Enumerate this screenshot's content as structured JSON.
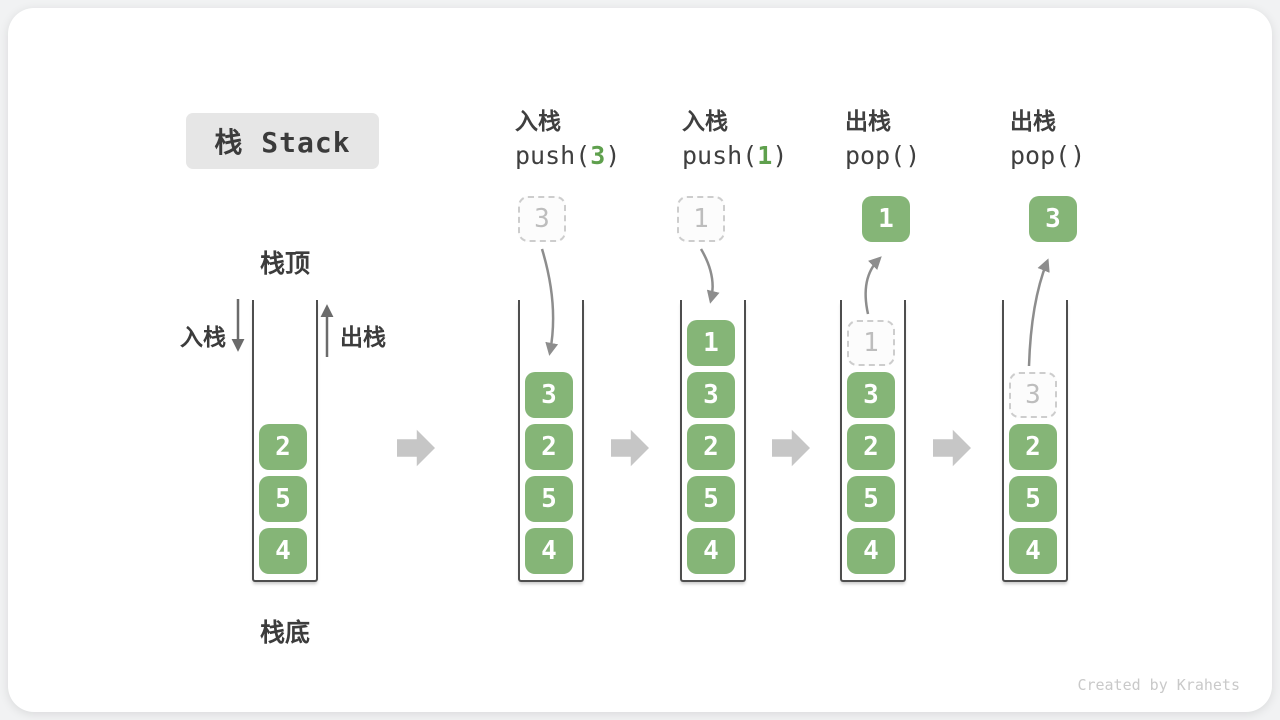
{
  "title_box": "栈 Stack",
  "side_labels": {
    "stack_top": "栈顶",
    "stack_bottom": "栈底",
    "push_side": "入栈",
    "pop_side": "出栈"
  },
  "watermark": "Created by Krahets",
  "colors": {
    "element_green": "#85b577",
    "code_arg_green": "#5fa04d",
    "ghost_border": "#cdcdcd",
    "ghost_text": "#bdbdbd",
    "dark_text": "#3c3c3c",
    "flow_arrow_gray": "#8d8d8d",
    "side_arrow_gray": "#6b6b6b",
    "block_arrow_gray": "#c6c6c6",
    "title_box_bg": "#e6e6e6"
  },
  "steps": [
    {
      "name": "initial",
      "elements": [
        "2",
        "5",
        "4"
      ]
    },
    {
      "name": "push-3",
      "op": {
        "line1": "入栈",
        "pre": "push(",
        "arg": "3",
        "post": ")"
      },
      "floating": {
        "value": "3",
        "style": "dashed"
      },
      "elements": [
        "3",
        "2",
        "5",
        "4"
      ]
    },
    {
      "name": "push-1",
      "op": {
        "line1": "入栈",
        "pre": "push(",
        "arg": "1",
        "post": ")"
      },
      "floating": {
        "value": "1",
        "style": "dashed"
      },
      "elements": [
        "1",
        "3",
        "2",
        "5",
        "4"
      ]
    },
    {
      "name": "pop-1",
      "op": {
        "line1": "出栈",
        "pre": "pop()",
        "arg": "",
        "post": ""
      },
      "floating": {
        "value": "1",
        "style": "solid"
      },
      "ghost": "1",
      "elements": [
        "3",
        "2",
        "5",
        "4"
      ]
    },
    {
      "name": "pop-3",
      "op": {
        "line1": "出栈",
        "pre": "pop()",
        "arg": "",
        "post": ""
      },
      "floating": {
        "value": "3",
        "style": "solid"
      },
      "ghost": "3",
      "elements": [
        "2",
        "5",
        "4"
      ]
    }
  ]
}
